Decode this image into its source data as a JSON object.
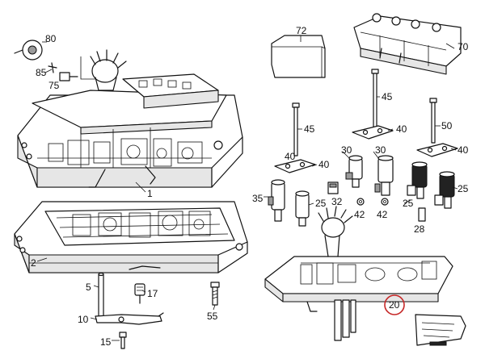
{
  "callouts": {
    "c80": "80",
    "c85": "85",
    "c75": "75",
    "c1": "1",
    "c2": "2",
    "c5": "5",
    "c17": "17",
    "c10": "10",
    "c15": "15",
    "c55": "55",
    "c72": "72",
    "c70": "70",
    "c45a": "45",
    "c45b": "45",
    "c50": "50",
    "c40a": "40",
    "c40b": "40",
    "c40c": "40",
    "c40d": "40",
    "c30a": "30",
    "c30b": "30",
    "c35": "35",
    "c25a": "25",
    "c25b": "25",
    "c25c": "25",
    "c32": "32",
    "c42a": "42",
    "c42b": "42",
    "c28": "28",
    "c20": "20"
  },
  "highlight": {
    "callout": "20",
    "ring_color": "#c62828"
  }
}
